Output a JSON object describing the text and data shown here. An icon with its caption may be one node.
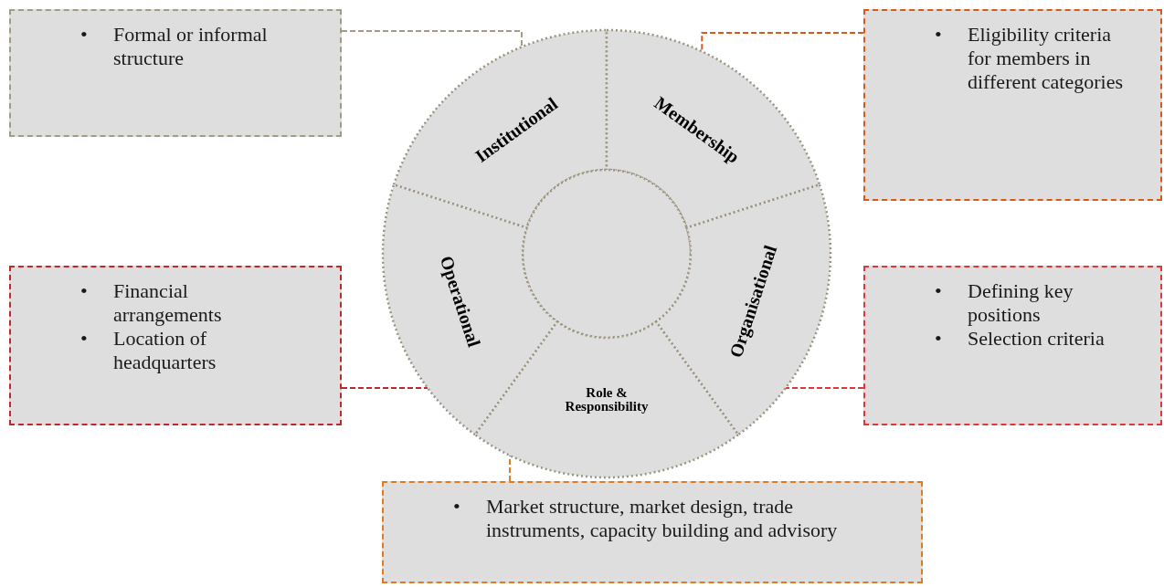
{
  "diagram": {
    "nodes": [
      {
        "text": [
          "•\tFormal or informal structure"
        ]
      },
      {
        "text": [
          "Institutional"
        ]
      },
      {
        "text": [
          "Membership"
        ]
      },
      {
        "text": [
          "•\tEligibility criteria for members in different categories"
        ]
      },
      {
        "text": [],
        "shape": "circle"
      },
      {
        "text": [
          "Operational"
        ]
      },
      {
        "text": [
          "Organisational"
        ]
      },
      {
        "text": [
          "•\tFinancial arrangements",
          "•\tLocation of headquarters"
        ]
      },
      {
        "text": [
          "•\tDefining key positions",
          "•\tSelection criteria"
        ]
      },
      {
        "text": [
          "Role & Responsibility"
        ]
      },
      {
        "text": [
          "•\tMarket structure, market design, trade instruments, capacity building and advisory"
        ]
      }
    ],
    "edges": [
      {
        "from": 0,
        "to": 1,
        "arrow": "none",
        "style": "dashed",
        "color": "#a39b85"
      },
      {
        "from": 3,
        "to": 2,
        "arrow": "none",
        "style": "dashed",
        "color": "#d9581a"
      },
      {
        "from": 7,
        "to": 5,
        "arrow": "none",
        "style": "dashed",
        "color": "#c0282d"
      },
      {
        "from": 8,
        "to": 6,
        "arrow": "none",
        "style": "dashed",
        "color": "#e0383a"
      },
      {
        "from": 10,
        "to": 9,
        "arrow": "none",
        "style": "dashed",
        "color": "#e07b22"
      }
    ]
  }
}
